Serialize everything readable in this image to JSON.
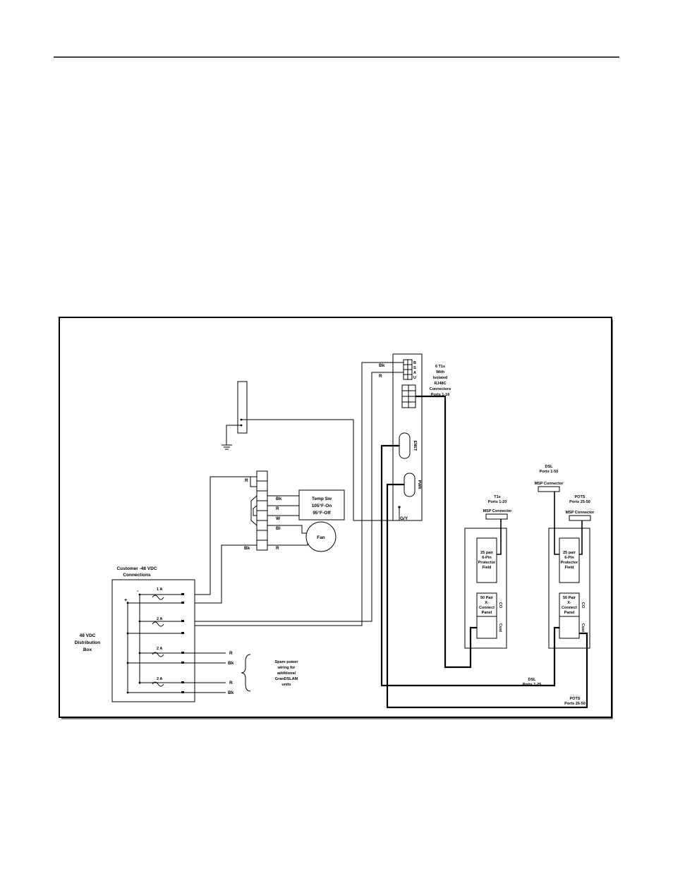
{
  "labels": {
    "bk_top": "Bk",
    "r_top": "R",
    "oss": [
      "B",
      "S",
      "A",
      "U"
    ],
    "t1_line1": "6 T1s",
    "t1_line2": "With",
    "t1_line3": "Isolated",
    "t1_line4": "RJ48C",
    "t1_line5": "Connectors",
    "t1_line6": "Ports 1-16",
    "eth": "ENET",
    "pwr": "PWR",
    "gy": "G/Y",
    "ts_r1": "R",
    "ts_bk1": "Bk",
    "ts_r2": "R",
    "ts_w": "W",
    "ts_bl": "Bl",
    "ts_bk2": "Bk",
    "ts_r3": "R",
    "temp_line1": "Temp Sw",
    "temp_line2": "105°F-On",
    "temp_line3": "95°F-Off",
    "fan": "Fan",
    "cust_line1": "Customer -48 VDC",
    "cust_line2": "Connections",
    "minus": "-",
    "plus": "+",
    "fuse_1a": "1 A",
    "fuse_2a_1": "2 A",
    "fuse_2a_2": "2 A",
    "fuse_2a_3": "2 A",
    "dist_line1": "48 VDC",
    "dist_line2": "Distribution",
    "dist_line3": "Box",
    "spare_r1": "R",
    "spare_bk1": "Bk",
    "spare_r2": "R",
    "spare_bk2": "Bk",
    "spare_line1": "Spare power",
    "spare_line2": "wiring for",
    "spare_line3": "additional",
    "spare_line4": "GranDSLAM",
    "spare_line5": "units",
    "t1s_line1": "T1s",
    "t1s_line2": "Ports 1-20",
    "msp1": "MSP Connector",
    "dsl_line1": "DSL",
    "dsl_line2": "Ports 1-50",
    "msp2": "MSP Connector",
    "pots_line1": "POTS",
    "pots_line2": "Ports 25-50",
    "msp3": "MSP Connector",
    "prot_l_line1": "25 pair",
    "prot_l_line2": "6-Pin",
    "prot_l_line3": "Protector",
    "prot_l_line4": "Field",
    "prot_r_line1": "25 pair",
    "prot_r_line2": "6-Pin",
    "prot_r_line3": "Protector",
    "prot_r_line4": "Field",
    "xc_l_line1": "50 Pair",
    "xc_l_line2": "X-",
    "xc_l_line3": "Connect",
    "xc_l_line4": "Panel",
    "xc_r_line1": "50 Pair",
    "xc_r_line2": "X-",
    "xc_r_line3": "Connect",
    "xc_r_line4": "Panel",
    "co_l": "CO",
    "co_r": "CO",
    "cust_l": "Cust",
    "cust_r": "Cust",
    "dsl_b_line1": "DSL",
    "dsl_b_line2": "Ports 1-25",
    "pots_b_line1": "POTS",
    "pots_b_line2": "Ports 26-50"
  }
}
